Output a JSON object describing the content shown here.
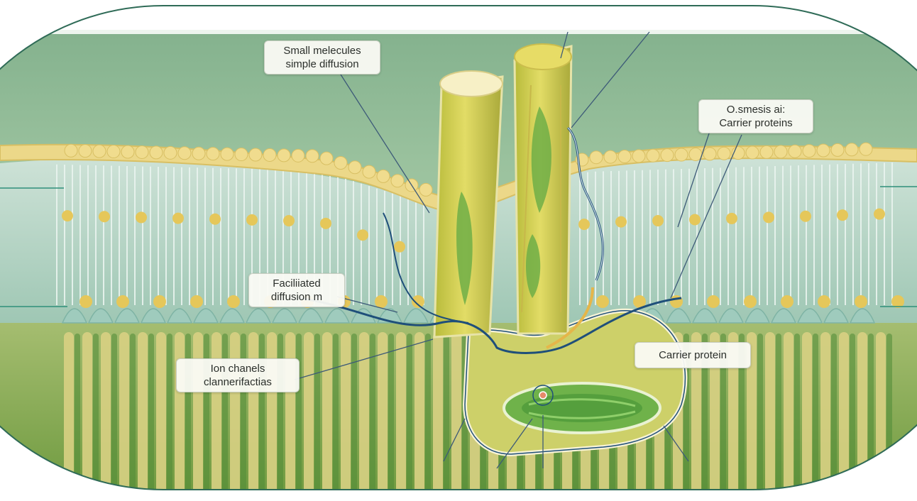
{
  "labels": {
    "small_molecules": [
      "Small melecules",
      "simple diffusion"
    ],
    "osmosis": [
      "O.smesis ai:",
      "Carrier proteins"
    ],
    "facilitated": [
      "Faciliiated",
      "diffusion m"
    ],
    "ion_channels": [
      "Ion chanels",
      "clannerifactias"
    ],
    "carrier_protein": [
      "Carrier  protein"
    ]
  },
  "colors": {
    "frame": "#2f6b57",
    "background_green": "#8fb894",
    "lipid_head": "#e9d58a",
    "membrane_tail": "#b9d5c6",
    "protein_yellow": "#d4cf4a",
    "protein_green": "#6fae47",
    "lower_tails": "#c8c277",
    "channel_line": "#1f4f7a"
  }
}
